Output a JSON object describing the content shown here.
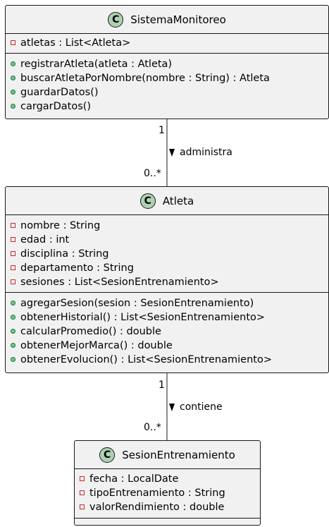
{
  "classes": {
    "sistema": {
      "name": "SistemaMonitoreo",
      "icon": "class-C-icon",
      "attributes": [
        "atletas : List<Atleta>"
      ],
      "methods": [
        "registrarAtleta(atleta : Atleta)",
        "buscarAtletaPorNombre(nombre : String) : Atleta",
        "guardarDatos()",
        "cargarDatos()"
      ]
    },
    "atleta": {
      "name": "Atleta",
      "icon": "class-C-icon",
      "attributes": [
        "nombre : String",
        "edad : int",
        "disciplina : String",
        "departamento : String",
        "sesiones : List<SesionEntrenamiento>"
      ],
      "methods": [
        "agregarSesion(sesion : SesionEntrenamiento)",
        "obtenerHistorial() : List<SesionEntrenamiento>",
        "calcularPromedio() : double",
        "obtenerMejorMarca() : double",
        "obtenerEvolucion() : List<SesionEntrenamiento>"
      ]
    },
    "sesion": {
      "name": "SesionEntrenamiento",
      "icon": "class-C-icon",
      "attributes": [
        "fecha : LocalDate",
        "tipoEntrenamiento : String",
        "valorRendimiento : double"
      ],
      "methods": []
    }
  },
  "relations": {
    "administra": {
      "label": "administra",
      "source_mult": "1",
      "target_mult": "0..*"
    },
    "contiene": {
      "label": "contiene",
      "source_mult": "1",
      "target_mult": "0..*"
    }
  },
  "colors": {
    "class_bg": "#f1f1f1",
    "border": "#181818",
    "icon_bg": "#add1b2",
    "private_marker": "#c82930",
    "public_marker": "#84be84"
  },
  "icon_letter": "C"
}
